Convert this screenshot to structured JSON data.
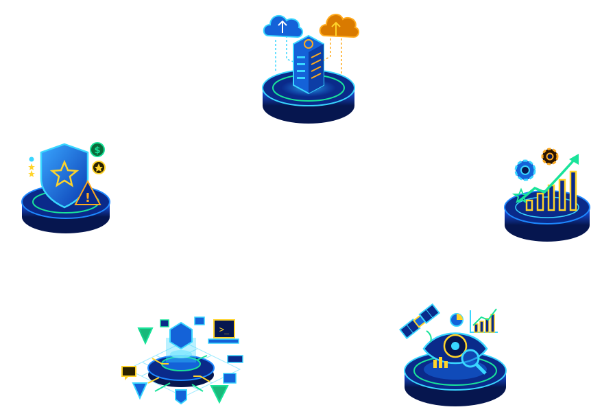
{
  "colors": {
    "neon_blue": "#1e88ff",
    "deep_blue": "#0a2a8a",
    "neon_green": "#19e39a",
    "neon_orange": "#ffab1e",
    "neon_yellow": "#ffd42a",
    "neon_cyan": "#39d6ff",
    "platform_dark": "#081a5c"
  },
  "icons": [
    {
      "id": "cloud-server",
      "name": "cloud-server-icon"
    },
    {
      "id": "security-shield",
      "name": "security-shield-icon"
    },
    {
      "id": "growth-analytics",
      "name": "growth-analytics-icon"
    },
    {
      "id": "data-network",
      "name": "data-network-icon"
    },
    {
      "id": "satellite-monitoring",
      "name": "satellite-monitoring-icon"
    }
  ],
  "glyphs": {
    "dollar": "$",
    "alert": "!",
    "terminal": ">_"
  }
}
